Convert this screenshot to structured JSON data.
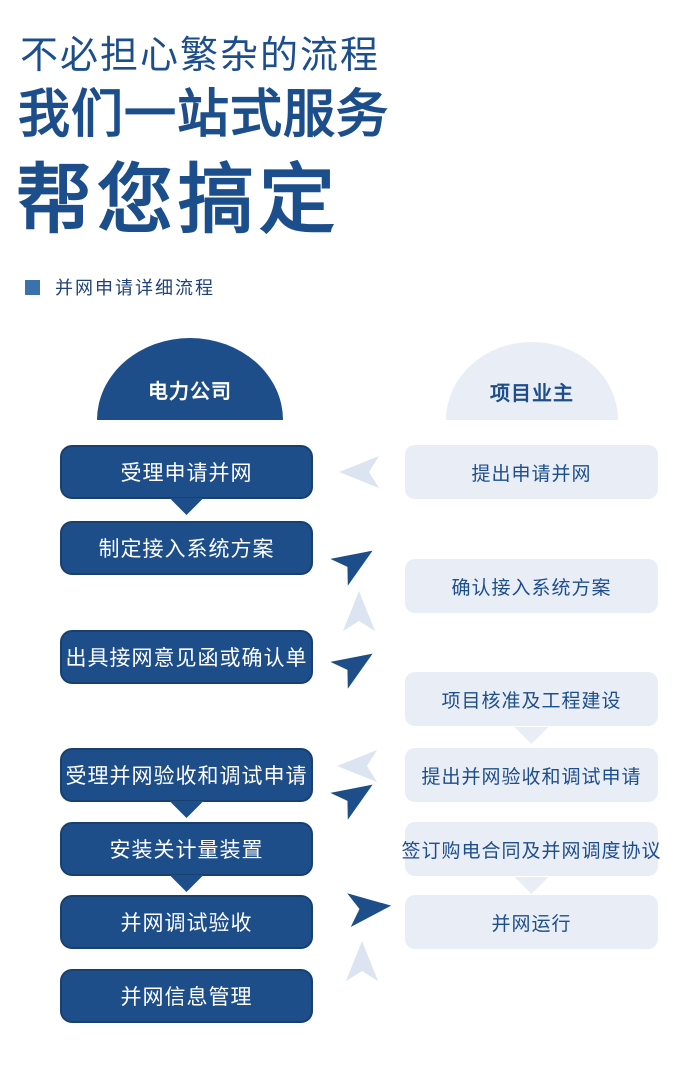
{
  "header": {
    "line1": "不必担心繁杂的流程",
    "line2": "我们一站式服务",
    "line3": "帮您搞定"
  },
  "section": {
    "label": "并网申请详细流程"
  },
  "flow": {
    "left_header": "电力公司",
    "right_header": "项目业主",
    "left_steps": [
      {
        "label": "受理申请并网"
      },
      {
        "label": "制定接入系统方案"
      },
      {
        "label": "出具接网意见函或确认单"
      },
      {
        "label": "受理并网验收和调试申请"
      },
      {
        "label": "安装关计量装置"
      },
      {
        "label": "并网调试验收"
      },
      {
        "label": "并网信息管理"
      }
    ],
    "right_steps": [
      {
        "label": "提出申请并网"
      },
      {
        "label": "确认接入系统方案"
      },
      {
        "label": "项目核准及工程建设"
      },
      {
        "label": "提出并网验收和调试申请"
      },
      {
        "label": "签订购电合同及并网调度协议"
      },
      {
        "label": "并网运行"
      }
    ],
    "arrow_icons": [
      "arrow-left-icon",
      "arrow-up-right-icon",
      "arrow-up-icon",
      "arrow-up-right-icon",
      "arrow-left-icon",
      "arrow-up-right-icon",
      "arrow-right-icon",
      "arrow-up-icon"
    ]
  },
  "colors": {
    "primary_blue": "#1d4e8a",
    "primary_blue_border": "#17406f",
    "title_blue": "#1d4e8c",
    "light_box": "#e9edf6",
    "light_arrow": "#dce3f1",
    "section_marker": "#3b72ac",
    "section_label_text": "#20417b",
    "background": "#ffffff"
  }
}
